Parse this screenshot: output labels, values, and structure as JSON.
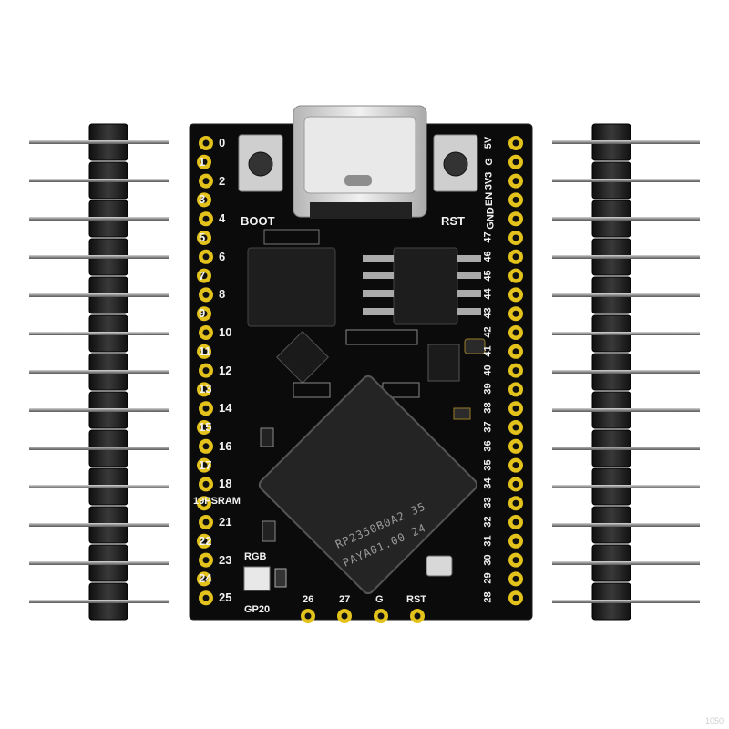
{
  "left_pins": [
    "0",
    "1",
    "2",
    "3",
    "4",
    "5",
    "6",
    "7",
    "8",
    "9",
    "10",
    "11",
    "12",
    "13",
    "14",
    "15",
    "16",
    "17",
    "18",
    "19PSRAM",
    "21",
    "22",
    "23",
    "24",
    "25"
  ],
  "right_pins": [
    "5V",
    "G",
    "3V3",
    "EN",
    "GND",
    "47",
    "46",
    "45",
    "44",
    "43",
    "42",
    "41",
    "40",
    "39",
    "38",
    "37",
    "36",
    "35",
    "34",
    "33",
    "32",
    "31",
    "30",
    "29",
    "28"
  ],
  "bottom_pins": [
    "26",
    "27",
    "G",
    "RST"
  ],
  "buttons": {
    "boot": "BOOT",
    "reset": "RST"
  },
  "labels": {
    "rgb": "RGB",
    "gp20": "GP20"
  },
  "chip": {
    "line1": "RP2350B0A2 35",
    "line2": "PAYA01.00 24"
  },
  "watermark": "1050",
  "colors": {
    "board": "#0b0b0b",
    "pad_gold": "#e3c21b",
    "silkscreen": "#f2f2f2",
    "header_pin": "#9a9a9a",
    "header_plastic": "#1a1a1a"
  }
}
